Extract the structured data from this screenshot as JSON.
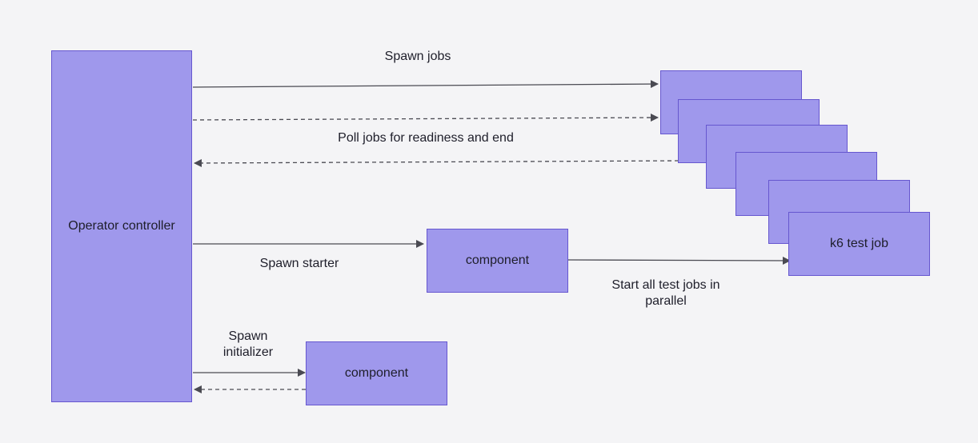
{
  "diagram": {
    "operator_controller": "Operator controller",
    "starter_component": "component",
    "initializer_component": "component",
    "test_job": "k6 test job",
    "edges": {
      "spawn_jobs": "Spawn jobs",
      "poll_jobs": "Poll jobs for readiness and end",
      "spawn_starter": "Spawn starter",
      "start_all": "Start all test jobs in parallel",
      "spawn_initializer": "Spawn initializer"
    }
  },
  "colors": {
    "node_fill": "#9f98ec",
    "node_border": "#6657cf",
    "edge": "#4a4a52",
    "background": "#f4f4f6"
  }
}
